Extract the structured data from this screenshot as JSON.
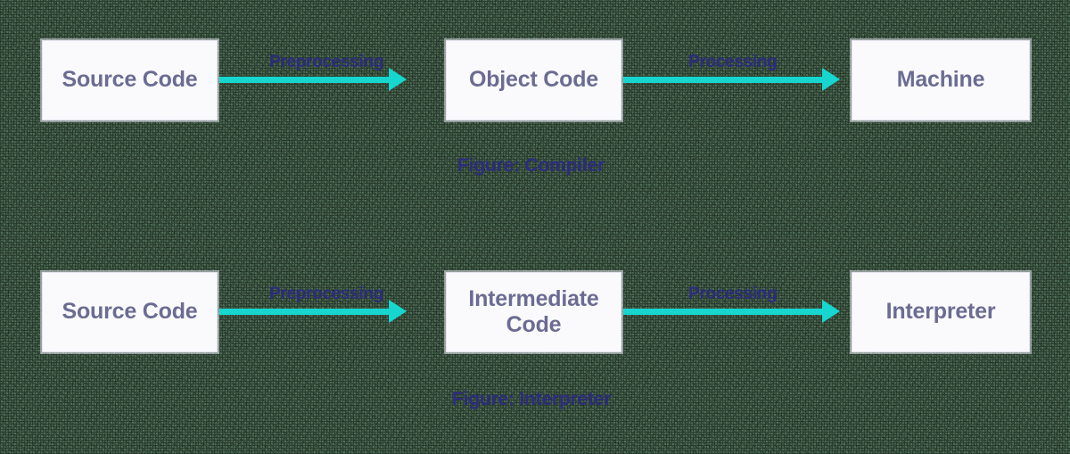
{
  "diagram": {
    "background_color": "#4d7356",
    "accent_arrow_color": "#17d6d0",
    "label_color": "#2c2c7d",
    "box_text_color": "#6b6c92",
    "box_fill_color": "#fafafd",
    "rows": [
      {
        "id": "compiler",
        "caption": "Figure: Compiler",
        "nodes": [
          {
            "id": "source-code",
            "label": "Source Code"
          },
          {
            "id": "object-code",
            "label": "Object Code"
          },
          {
            "id": "machine",
            "label": "Machine"
          }
        ],
        "edges": [
          {
            "id": "preprocessing",
            "label": "Preprocessing"
          },
          {
            "id": "processing",
            "label": "Processing"
          }
        ]
      },
      {
        "id": "interpreter",
        "caption": "Figure: Interpreter",
        "nodes": [
          {
            "id": "source-code",
            "label": "Source Code"
          },
          {
            "id": "intermediate-code",
            "label": "Intermediate Code"
          },
          {
            "id": "interpreter",
            "label": "Interpreter"
          }
        ],
        "edges": [
          {
            "id": "preprocessing",
            "label": "Preprocessing"
          },
          {
            "id": "processing",
            "label": "Processing"
          }
        ]
      }
    ]
  }
}
